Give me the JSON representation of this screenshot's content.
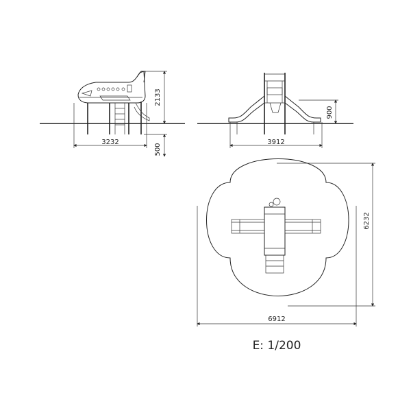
{
  "dimensions": {
    "side_width": "3232",
    "side_height": "2133",
    "side_depth": "500",
    "front_width": "3912",
    "front_height": "900",
    "plan_width": "6912",
    "plan_height": "6232"
  },
  "scale_label": "E: 1/200"
}
